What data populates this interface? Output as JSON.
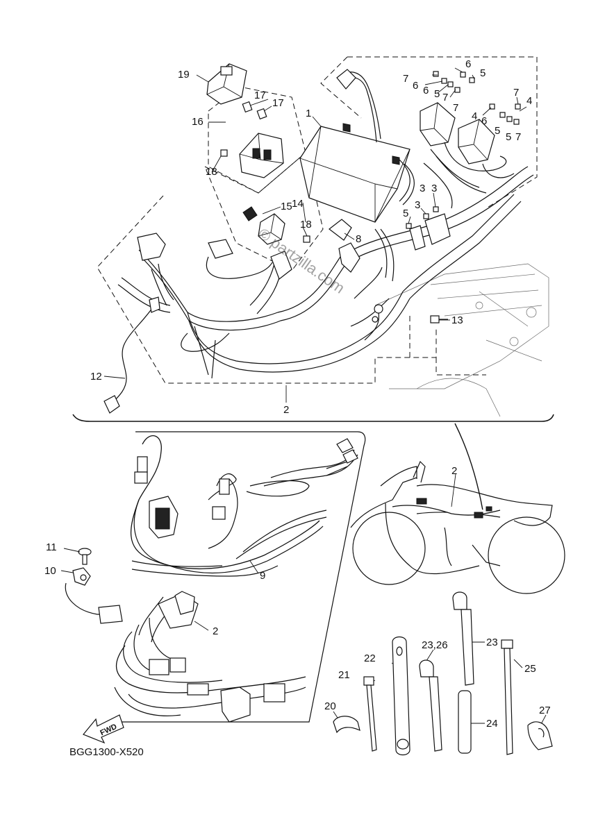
{
  "diagram": {
    "code": "BGG1300-X520",
    "watermark": "© partzilla.com",
    "fwd_label": "FWD"
  },
  "callouts": {
    "c1": "1",
    "c2_top": "2",
    "c3a": "3",
    "c3b": "3",
    "c3c": "3",
    "c4a": "4",
    "c4b": "4",
    "c5a": "5",
    "c5b": "5",
    "c5c": "5",
    "c5d": "5",
    "c5e": "5",
    "c6a": "6",
    "c6b": "6",
    "c6c": "6",
    "c6d": "6",
    "c7a": "7",
    "c7b": "7",
    "c7c": "7",
    "c7d": "7",
    "c7e": "7",
    "c8": "8",
    "c12": "12",
    "c13": "13",
    "c14": "14",
    "c15": "15",
    "c16": "16",
    "c17a": "17",
    "c17b": "17",
    "c18a": "18",
    "c18b": "18",
    "c19": "19",
    "c2_bike": "2",
    "c2_bottom": "2",
    "c9": "9",
    "c10": "10",
    "c11": "11",
    "c20": "20",
    "c21": "21",
    "c22": "22",
    "c23": "23",
    "c23_26": "23,26",
    "c24": "24",
    "c25": "25",
    "c27": "27"
  }
}
